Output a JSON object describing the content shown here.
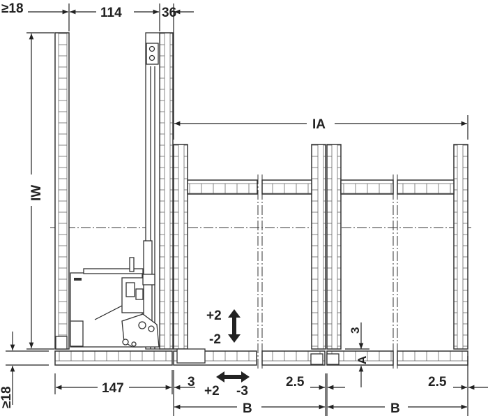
{
  "dimensions": {
    "top_min_left": "≥18",
    "hinge_offset": "114",
    "panel_offset": "36",
    "inner_width_label": "IW",
    "inner_span_label": "IA",
    "bottom_min": "≥18",
    "base_depth": "147",
    "gap": "3",
    "gap_right": "2.5",
    "gap_far_right": "2.5",
    "spacing_b1": "B",
    "spacing_b2": "B",
    "vertical_gap": "3",
    "dim_a": "A"
  },
  "adjustments": {
    "vertical_plus": "+2",
    "vertical_minus": "-2",
    "horizontal_plus": "+2",
    "horizontal_minus": "-3"
  }
}
